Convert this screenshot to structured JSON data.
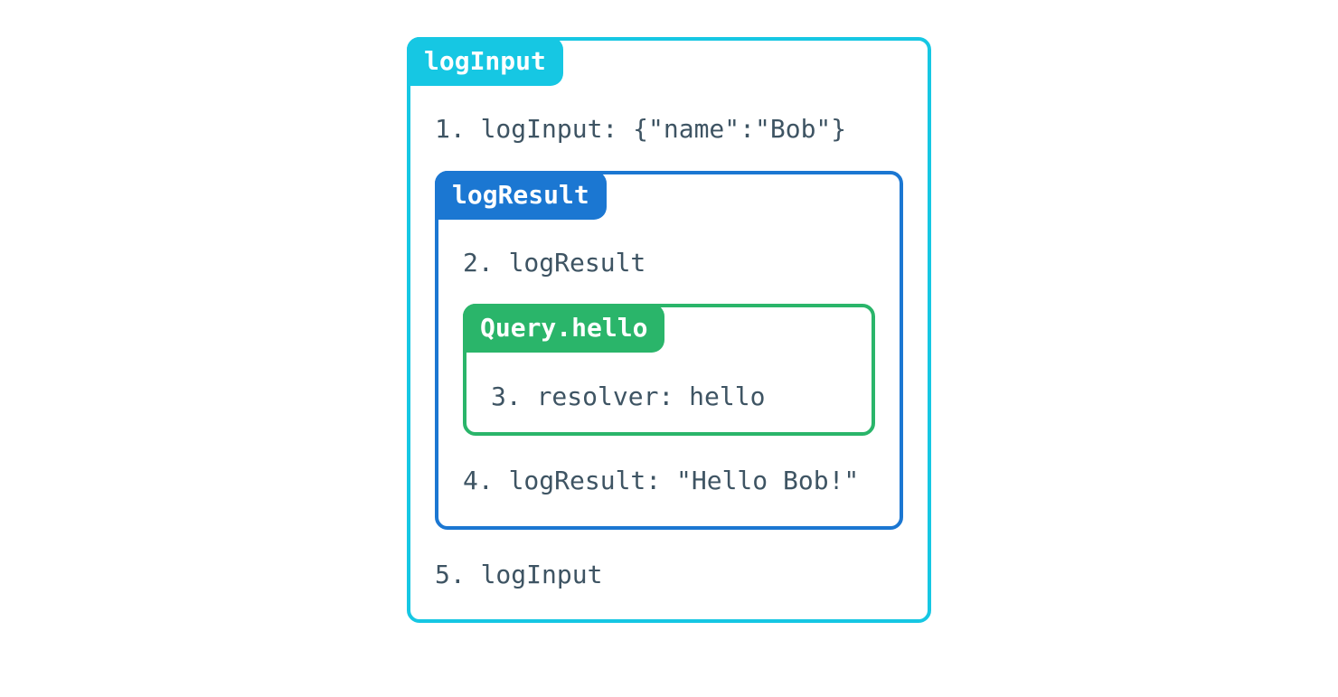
{
  "colors": {
    "cyan": "#16c7e3",
    "blue": "#1b77d2",
    "green": "#2ab56a",
    "text": "#3e5463",
    "badge_text": "#ffffff",
    "background": "#ffffff"
  },
  "boxes": {
    "logInput": {
      "badge": "logInput",
      "step_enter": "1. logInput: {\"name\":\"Bob\"}",
      "step_exit": "5. logInput"
    },
    "logResult": {
      "badge": "logResult",
      "step_enter": "2. logResult",
      "step_exit": "4. logResult: \"Hello Bob!\""
    },
    "queryHello": {
      "badge": "Query.hello",
      "step": "3. resolver: hello"
    }
  }
}
